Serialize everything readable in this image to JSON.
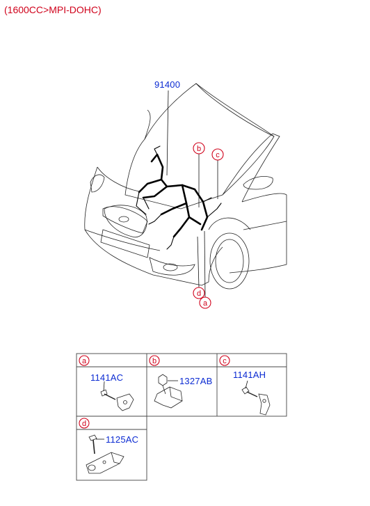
{
  "header": {
    "engine_spec": "(1600CC>MPI-DOHC)"
  },
  "main_part": {
    "number": "91400"
  },
  "callouts": {
    "a": "a",
    "b": "b",
    "c": "c",
    "d": "d"
  },
  "detail_table": {
    "cells": [
      {
        "key": "a",
        "part_number": "1141AC"
      },
      {
        "key": "b",
        "part_number": "1327AB"
      },
      {
        "key": "c",
        "part_number": "1141AH"
      },
      {
        "key": "d",
        "part_number": "1125AC"
      }
    ]
  },
  "colors": {
    "label_blue": "#0a2ad2",
    "callout_red": "#d0021b"
  }
}
